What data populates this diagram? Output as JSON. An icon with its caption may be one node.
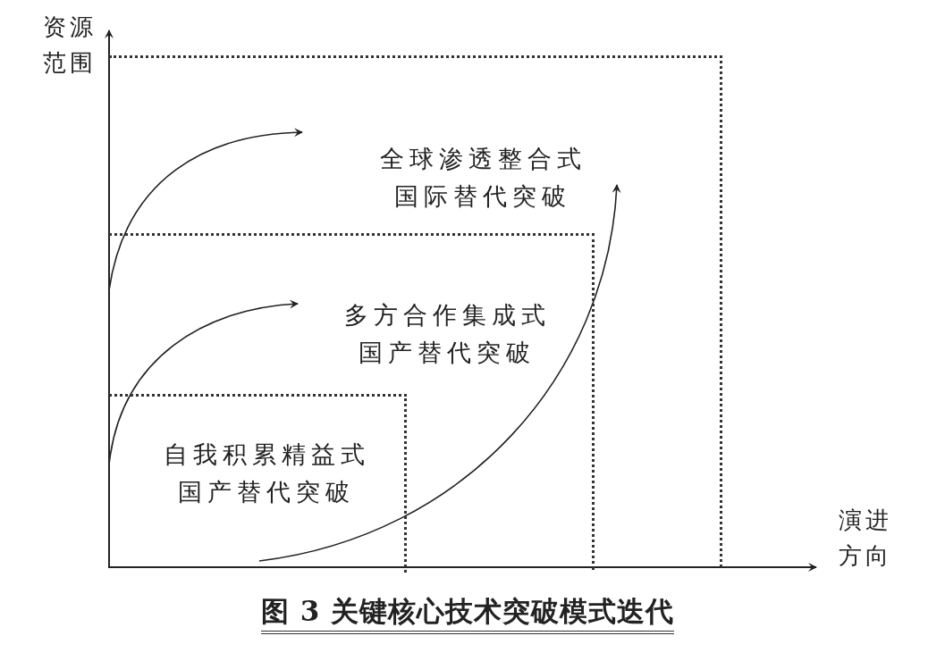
{
  "diagram": {
    "caption": "图 3 关键核心技术突破模式迭代",
    "nodes": [
      {
        "text": [
          "全球渗透整合式国际替代突破"
        ]
      },
      {
        "text": [
          "多方合作集成式国产替代突破"
        ],
        "in": 0
      },
      {
        "text": [
          "自我积累精益式国产替代突破"
        ],
        "in": 1
      }
    ],
    "labels": [
      "资源范围",
      "演进方向"
    ]
  }
}
